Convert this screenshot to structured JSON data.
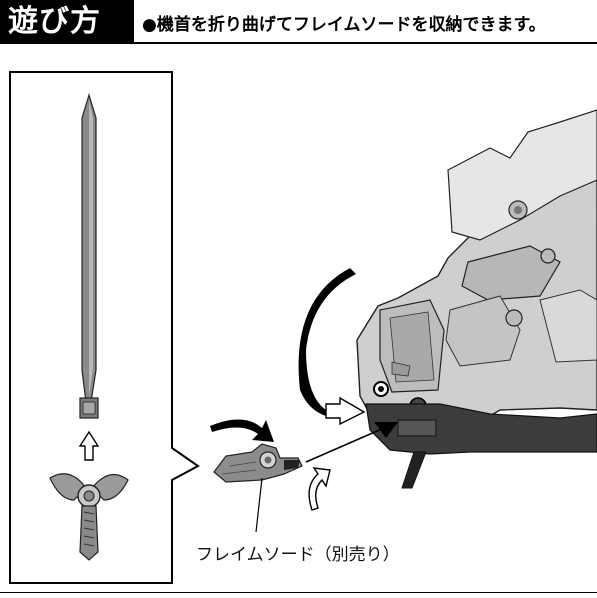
{
  "header": {
    "tag_label": "遊び方",
    "description": "●機首を折り曲げてフレイムソードを収納できます。"
  },
  "illustration": {
    "sword_caption": "フレイムソード（別売り）"
  }
}
